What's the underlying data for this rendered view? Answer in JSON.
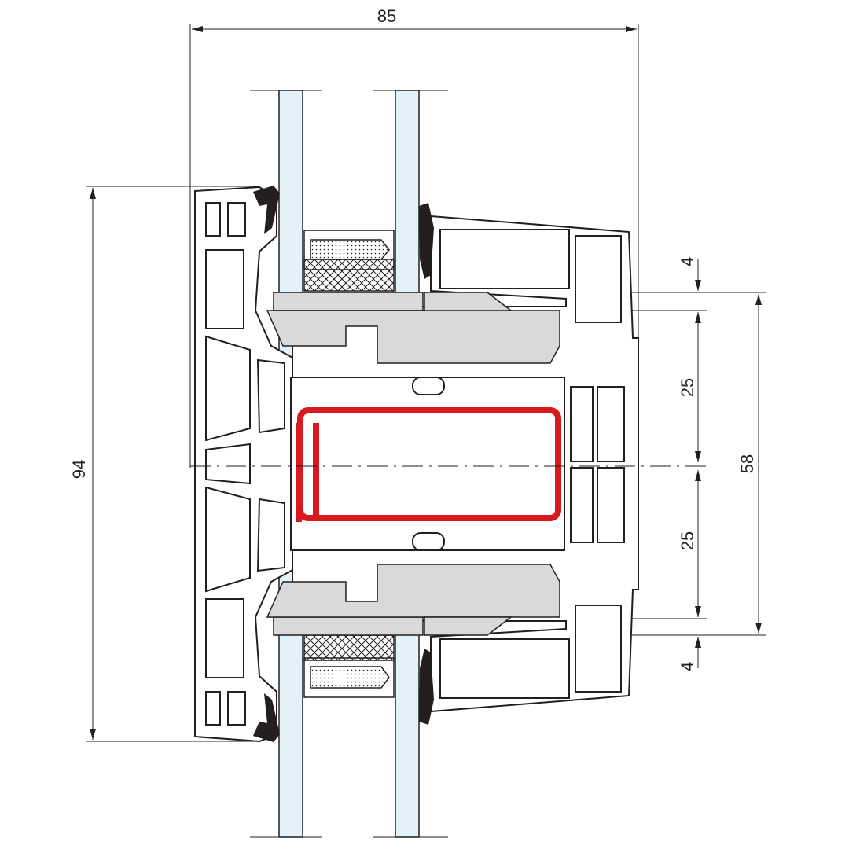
{
  "dimensions": {
    "overall_width": "85",
    "overall_height": "94",
    "top_offset": "4",
    "upper_half": "25",
    "lower_half": "25",
    "bottom_offset": "4",
    "inner_height": "58"
  },
  "colors": {
    "line": "#231f20",
    "reinforcement": "#d71920",
    "glass": "#e3f1fa",
    "gasket": "#d9d9d9"
  }
}
